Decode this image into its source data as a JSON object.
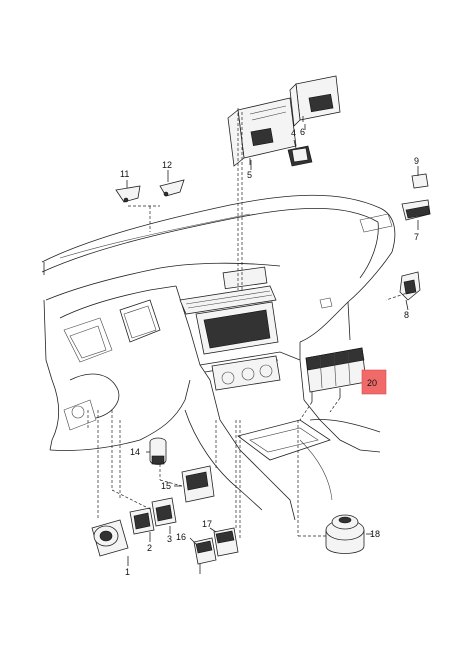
{
  "callouts": [
    {
      "id": "1",
      "text": "1"
    },
    {
      "id": "2",
      "text": "2"
    },
    {
      "id": "3",
      "text": "3"
    },
    {
      "id": "4",
      "text": "4"
    },
    {
      "id": "5",
      "text": "5"
    },
    {
      "id": "6",
      "text": "6"
    },
    {
      "id": "7",
      "text": "7"
    },
    {
      "id": "8",
      "text": "8"
    },
    {
      "id": "9",
      "text": "9"
    },
    {
      "id": "11",
      "text": "11"
    },
    {
      "id": "12",
      "text": "12"
    },
    {
      "id": "14",
      "text": "14"
    },
    {
      "id": "15",
      "text": "15"
    },
    {
      "id": "16",
      "text": "16"
    },
    {
      "id": "17",
      "text": "17"
    },
    {
      "id": "18",
      "text": "18"
    },
    {
      "id": "20",
      "text": "20"
    }
  ],
  "highlight": {
    "label": "20",
    "color": "#f06a6a"
  },
  "colors": {
    "line": "#222222",
    "background": "#ffffff"
  }
}
